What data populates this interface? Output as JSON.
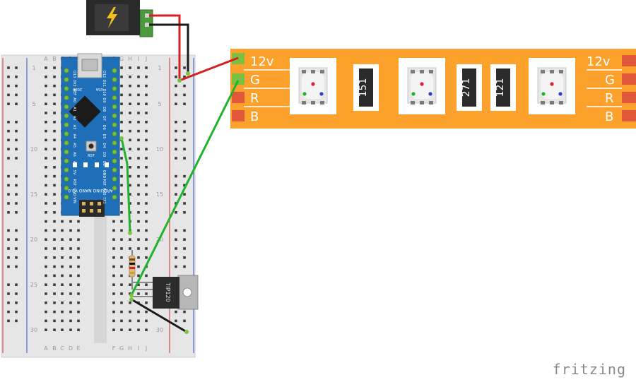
{
  "app": {
    "watermark": "fritzing"
  },
  "breadboard": {
    "row_labels": [
      "1",
      "5",
      "10",
      "15",
      "20",
      "25",
      "30"
    ],
    "col_letters": [
      "A",
      "B",
      "C",
      "D",
      "E",
      "F",
      "G",
      "H",
      "I",
      "J"
    ]
  },
  "arduino": {
    "board_label": "ARDUINO NANO V3.0",
    "left_pins": [
      "D13",
      "3V3",
      "REF",
      "A0",
      "A1",
      "A2",
      "A3",
      "A4",
      "A5",
      "A6",
      "A7",
      "5V",
      "RST",
      "GND",
      "VIN"
    ],
    "right_pins": [
      "D12",
      "D11",
      "D10",
      "D9",
      "D8",
      "D7",
      "D6",
      "D5",
      "D4",
      "D3",
      "D2",
      "GND",
      "RST",
      "RX0",
      "TX1"
    ],
    "reset_label": "RST",
    "led_labels": [
      "L",
      "PWR",
      "RX",
      "TX"
    ],
    "year_label": "2009",
    "usb_label": "USA"
  },
  "transistor": {
    "label": "TIP120"
  },
  "strip": {
    "left_labels": [
      "12v",
      "G",
      "R",
      "B"
    ],
    "right_labels": [
      "12v",
      "G",
      "R",
      "B"
    ],
    "resistor_labels": [
      "151",
      "271",
      "121"
    ]
  },
  "colors": {
    "wire_red": "#d42020",
    "wire_black": "#1a1a1a",
    "wire_green": "#22b22e",
    "strip_orange": "#fca22c",
    "board_blue": "#1f6fb8"
  }
}
